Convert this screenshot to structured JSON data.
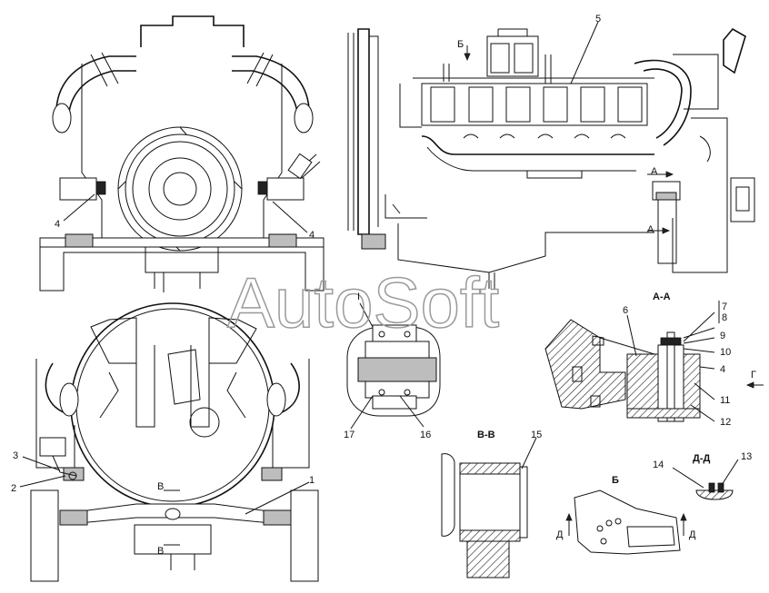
{
  "watermark": "AutoSoft",
  "callouts": {
    "c1": "1",
    "c2": "2",
    "c3": "3",
    "c4a": "4",
    "c4b": "4",
    "c4c": "4",
    "c5": "5",
    "c6": "6",
    "c7": "7",
    "c8": "8",
    "c9": "9",
    "c10": "10",
    "c11": "11",
    "c12": "12",
    "c13": "13",
    "c14": "14",
    "c15": "15",
    "c16": "16",
    "c17": "17",
    "cI": "I"
  },
  "section_labels": {
    "aa": "А-А",
    "vv": "В-В",
    "dd": "Д-Д",
    "b_view": "Б",
    "b_arrow": "Б",
    "a_arrow_top": "А",
    "a_arrow_bottom": "А",
    "v_arrow_top": "В",
    "v_arrow_bottom": "В",
    "g_arrow": "Г",
    "d_left": "Д",
    "d_right": "Д"
  }
}
